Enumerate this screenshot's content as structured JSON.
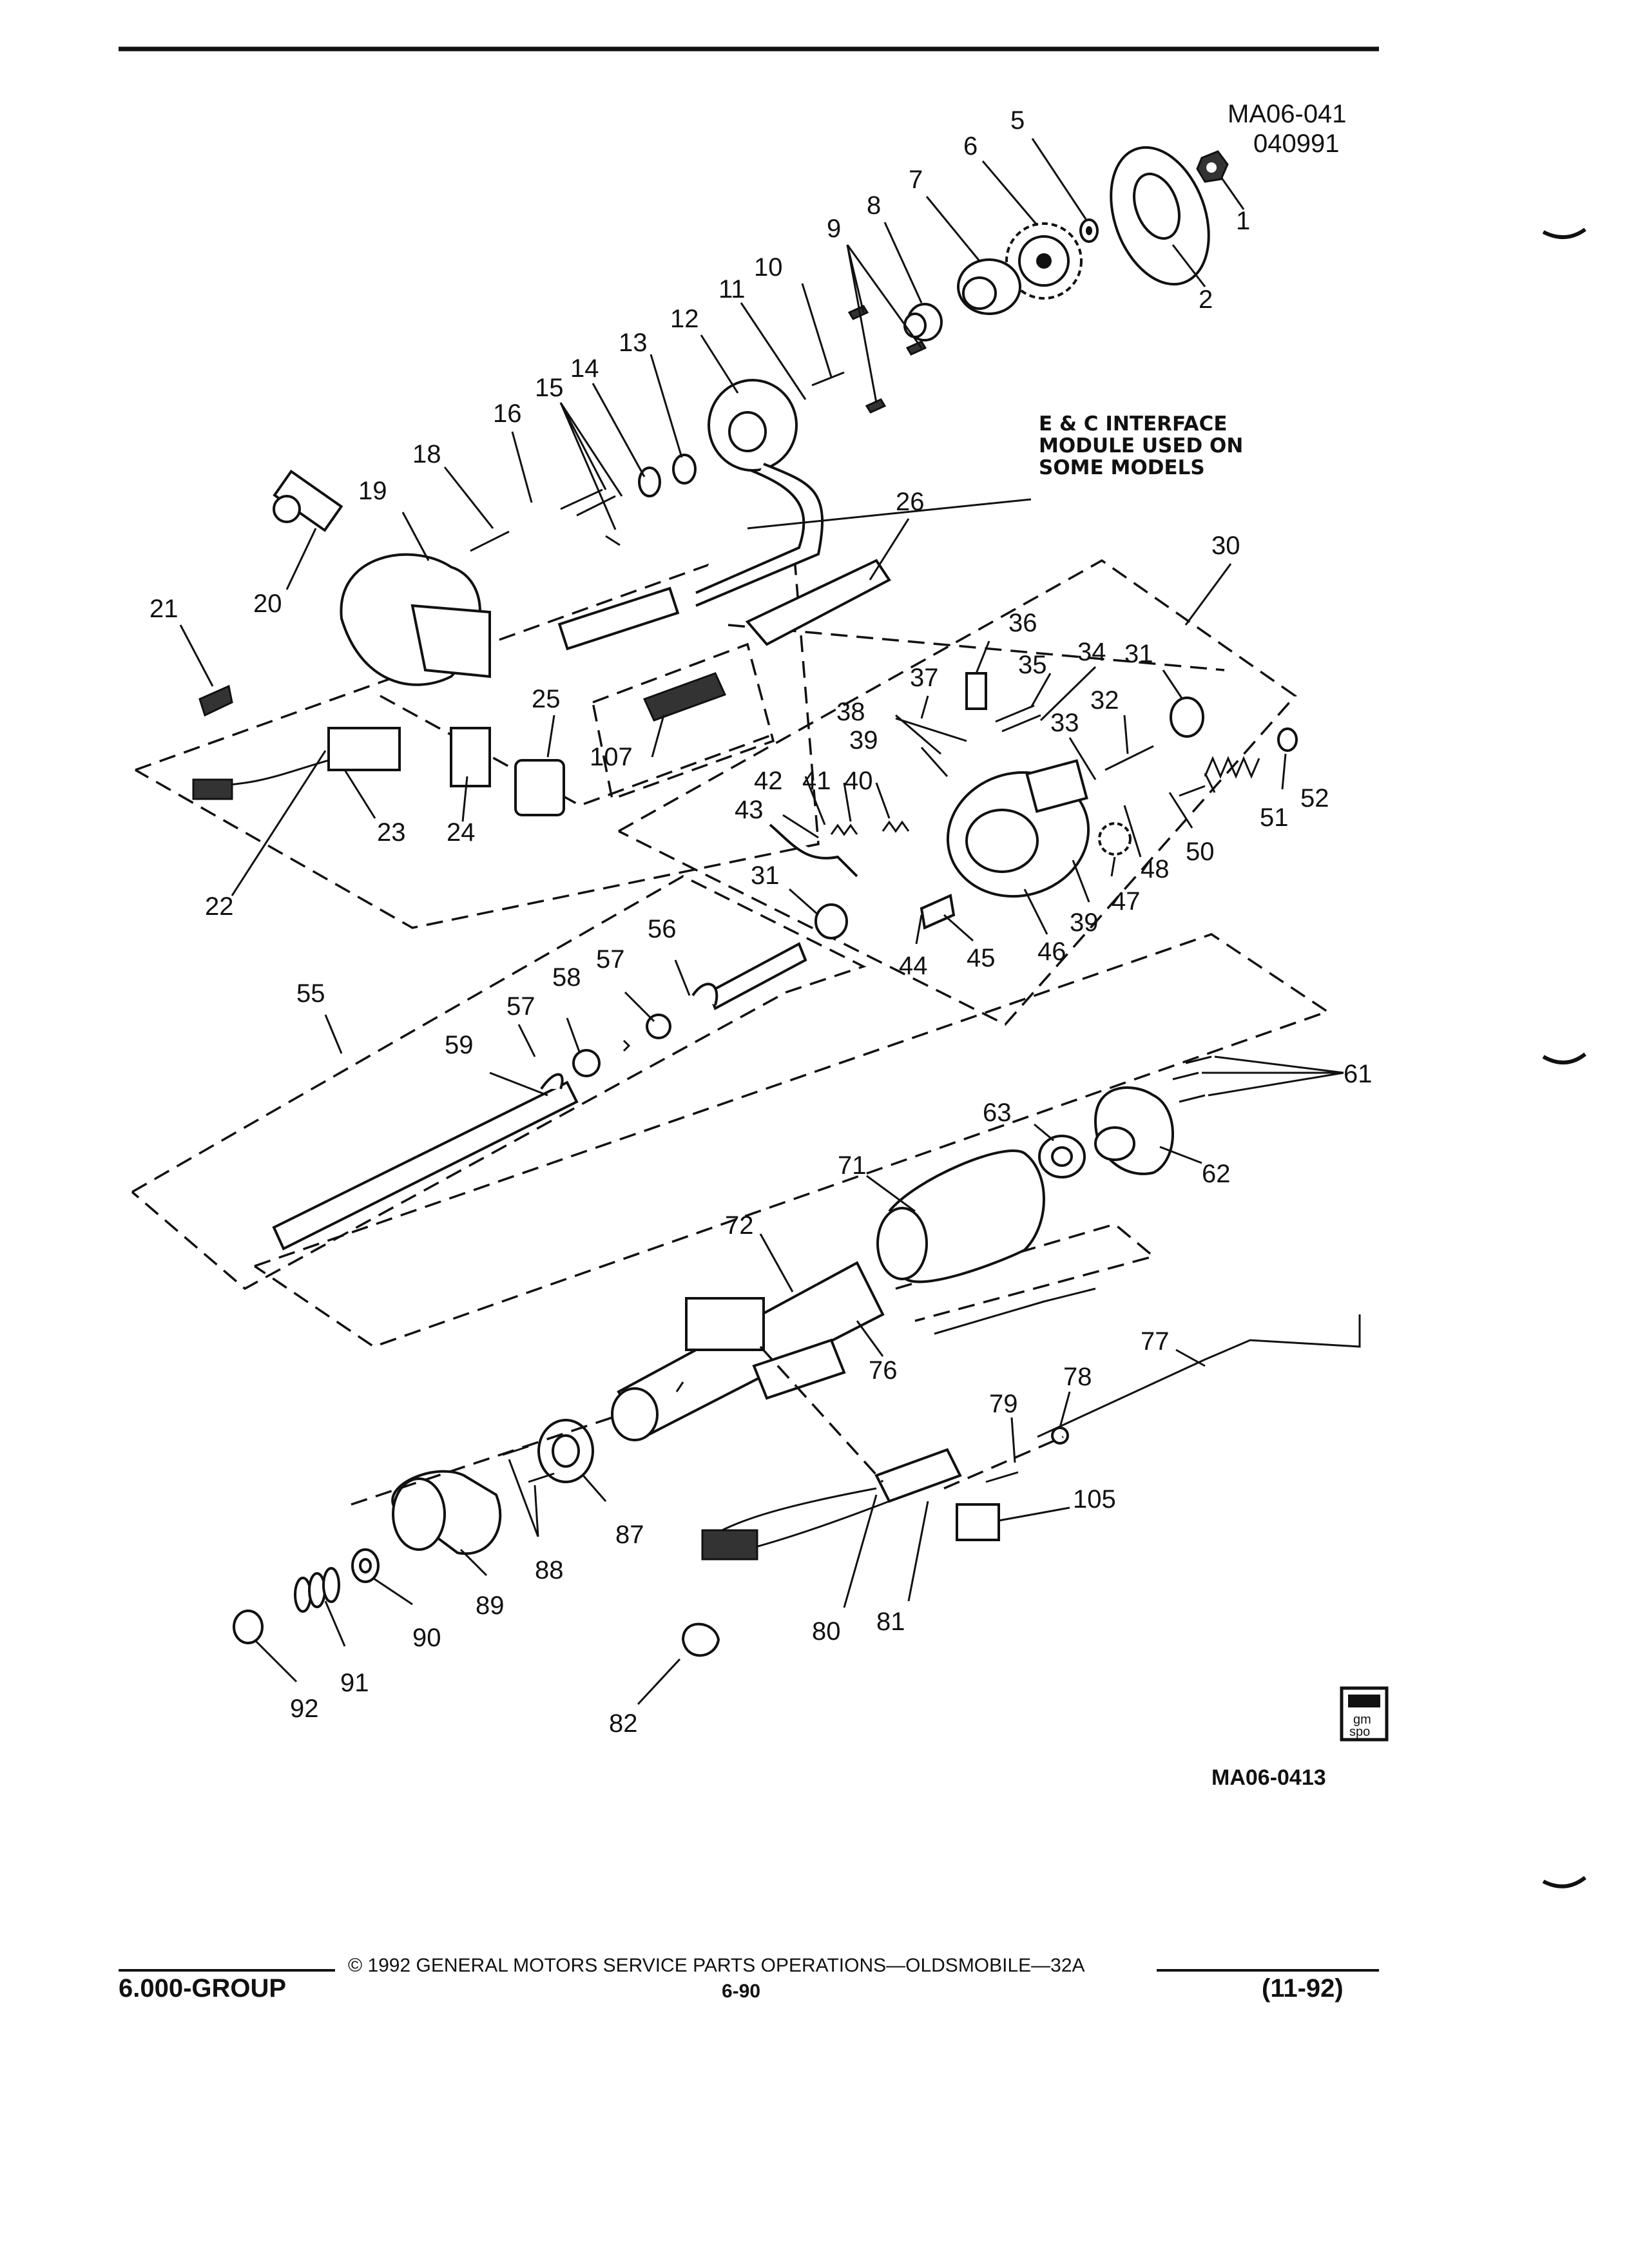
{
  "header": {
    "code_line1": "MA06-041",
    "code_line2": "040991"
  },
  "note": {
    "line1": "E & C INTERFACE",
    "line2": "MODULE USED ON",
    "line3": "SOME MODELS"
  },
  "figure_code": "MA06-0413",
  "logo": {
    "top": "gm",
    "bottom": "spo"
  },
  "callouts": {
    "c1": "1",
    "c2": "2",
    "c5": "5",
    "c6": "6",
    "c7": "7",
    "c8": "8",
    "c9": "9",
    "c10": "10",
    "c11": "11",
    "c12": "12",
    "c13": "13",
    "c14": "14",
    "c15": "15",
    "c16": "16",
    "c18": "18",
    "c19": "19",
    "c20": "20",
    "c21": "21",
    "c22": "22",
    "c23": "23",
    "c24": "24",
    "c25": "25",
    "c26": "26",
    "c30": "30",
    "c31": "31",
    "c31b": "31",
    "c32": "32",
    "c33": "33",
    "c34": "34",
    "c35": "35",
    "c36": "36",
    "c37": "37",
    "c38": "38",
    "c39": "39",
    "c39b": "39",
    "c40": "40",
    "c41": "41",
    "c42": "42",
    "c43": "43",
    "c44": "44",
    "c45": "45",
    "c46": "46",
    "c47": "47",
    "c48": "48",
    "c50": "50",
    "c51": "51",
    "c52": "52",
    "c55": "55",
    "c56": "56",
    "c57": "57",
    "c57b": "57",
    "c58": "58",
    "c59": "59",
    "c61": "61",
    "c62": "62",
    "c63": "63",
    "c71": "71",
    "c72": "72",
    "c76": "76",
    "c77": "77",
    "c78": "78",
    "c79": "79",
    "c80": "80",
    "c81": "81",
    "c82": "82",
    "c87": "87",
    "c88": "88",
    "c89": "89",
    "c90": "90",
    "c91": "91",
    "c92": "92",
    "c105": "105",
    "c107": "107"
  },
  "footer": {
    "group": "6.000-GROUP",
    "copyright": "© 1992 GENERAL MOTORS SERVICE PARTS OPERATIONS—OLDSMOBILE—32A",
    "page": "6-90",
    "revision": "(11-92)"
  }
}
